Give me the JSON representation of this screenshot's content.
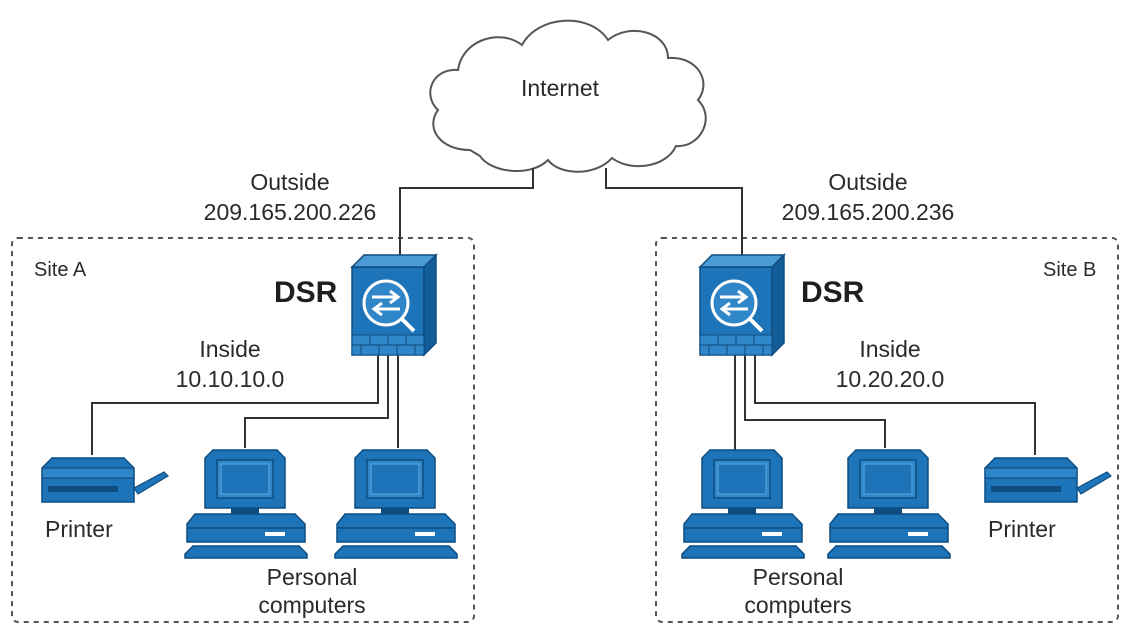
{
  "internet": {
    "label": "Internet"
  },
  "site_a": {
    "label": "Site A",
    "outside_label": "Outside",
    "outside_ip": "209.165.200.226",
    "router_label": "DSR",
    "inside_label": "Inside",
    "inside_net": "10.10.10.0",
    "printer_label": "Printer",
    "pc_label_line1": "Personal",
    "pc_label_line2": "computers"
  },
  "site_b": {
    "label": "Site B",
    "outside_label": "Outside",
    "outside_ip": "209.165.200.236",
    "router_label": "DSR",
    "inside_label": "Inside",
    "inside_net": "10.20.20.0",
    "printer_label": "Printer",
    "pc_label_line1": "Personal",
    "pc_label_line2": "computers"
  },
  "colors": {
    "device_blue": "#1d74b8",
    "device_dark": "#0f4d80",
    "device_light": "#4a9ad6",
    "line": "#333333",
    "cloud_stroke": "#555555"
  }
}
